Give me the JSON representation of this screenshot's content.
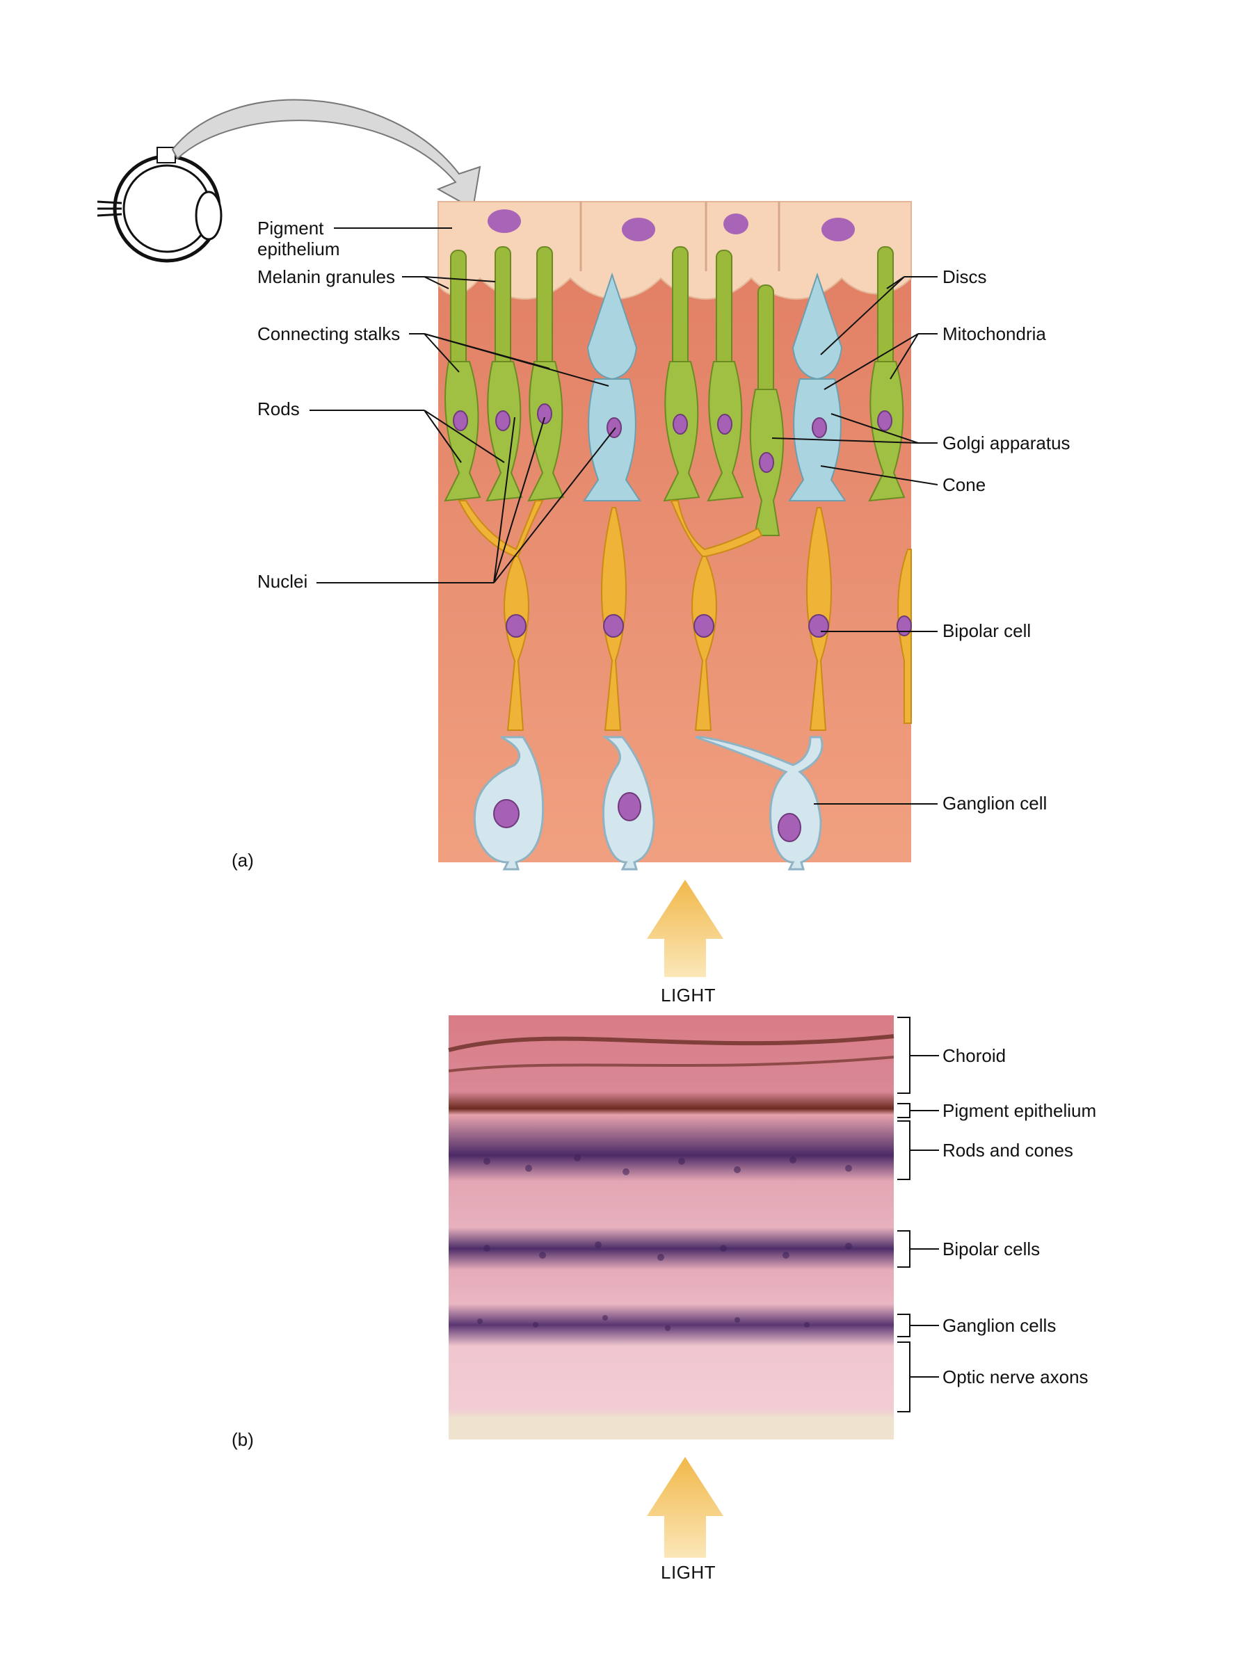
{
  "panel_a": {
    "letter": "(a)",
    "labels_left": {
      "pigment_epithelium": "Pigment\nepithelium",
      "melanin_granules": "Melanin granules",
      "connecting_stalks": "Connecting stalks",
      "rods": "Rods",
      "nuclei": "Nuclei"
    },
    "labels_right": {
      "discs": "Discs",
      "mitochondria": "Mitochondria",
      "golgi_apparatus": "Golgi apparatus",
      "cone": "Cone",
      "bipolar_cell": "Bipolar cell",
      "ganglion_cell": "Ganglion cell"
    }
  },
  "light_a": "LIGHT",
  "panel_b": {
    "letter": "(b)",
    "labels": {
      "choroid": "Choroid",
      "pigment_epithelium": "Pigment epithelium",
      "rods_and_cones": "Rods and cones",
      "bipolar_cells": "Bipolar cells",
      "ganglion_cells": "Ganglion cells",
      "optic_nerve_axons": "Optic nerve axons"
    }
  },
  "light_b": "LIGHT",
  "colors": {
    "retina_bg": "#e48a70",
    "epithelium": "#f6cdb0",
    "rod": "#9bba3c",
    "cone": "#a9d3de",
    "bipolar": "#efb338",
    "ganglion": "#cfe3ea",
    "nucleus": "#a660b5",
    "arrow": "#f5c96a"
  }
}
